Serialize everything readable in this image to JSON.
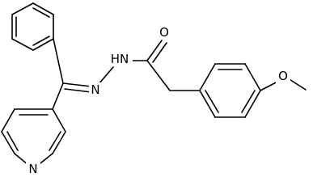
{
  "diagram": {
    "type": "chemical-structure",
    "background": "#ffffff",
    "line_color": "#000000",
    "atom_labels": {
      "imine_n": "N",
      "amide_nh": "HN",
      "carbonyl_o": "O",
      "methoxy_o": "O",
      "pyridine_n": "N"
    }
  }
}
